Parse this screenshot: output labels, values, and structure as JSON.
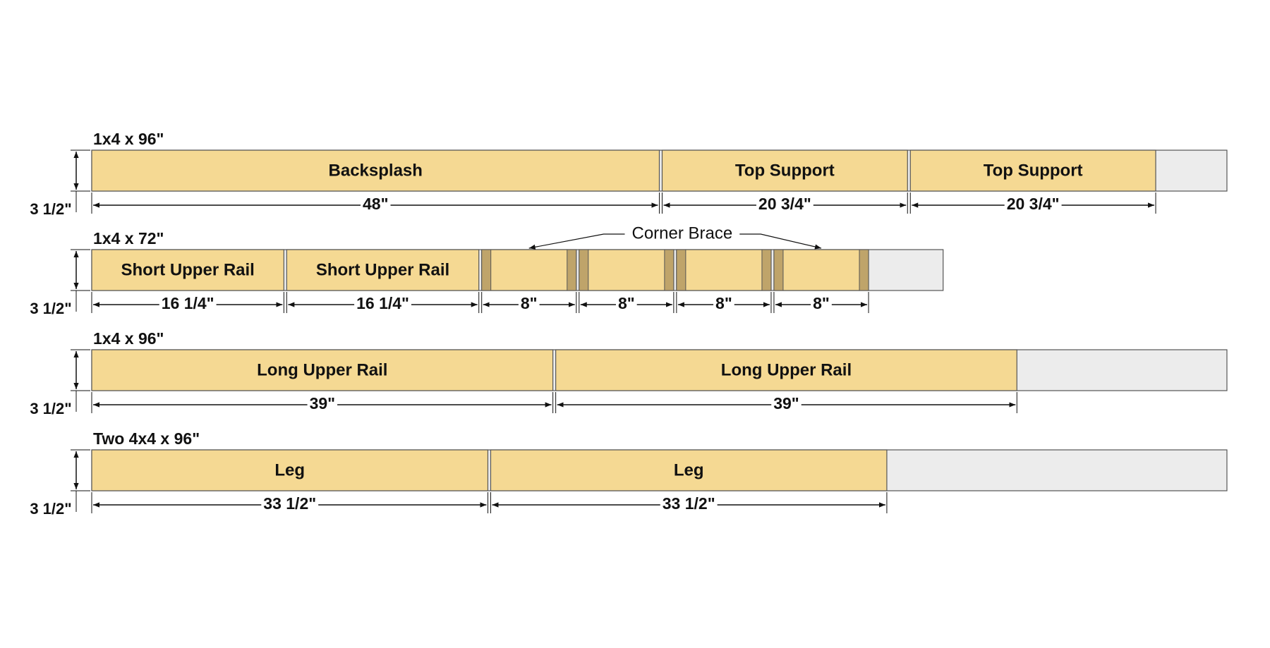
{
  "colors": {
    "wood": "#f5d993",
    "waste": "#ececec",
    "kerf": "#bfa46a",
    "outline": "#555555",
    "line": "#111111"
  },
  "boards": [
    {
      "title": "1x4 x 96\"",
      "thickness": "3 1/2\"",
      "length_in": 96,
      "pieces": [
        {
          "label": "Backsplash",
          "length_in": 48,
          "dimension": "48\""
        },
        {
          "label": "Top Support",
          "length_in": 20.75,
          "dimension": "20 3/4\""
        },
        {
          "label": "Top Support",
          "length_in": 20.75,
          "dimension": "20 3/4\""
        }
      ]
    },
    {
      "title": "1x4 x 72\"",
      "thickness": "3 1/2\"",
      "length_in": 72,
      "pieces": [
        {
          "label": "Short Upper Rail",
          "length_in": 16.25,
          "dimension": "16 1/4\""
        },
        {
          "label": "Short Upper Rail",
          "length_in": 16.25,
          "dimension": "16 1/4\""
        },
        {
          "label": "",
          "length_in": 8,
          "dimension": "8\"",
          "brace": true
        },
        {
          "label": "",
          "length_in": 8,
          "dimension": "8\"",
          "brace": true
        },
        {
          "label": "",
          "length_in": 8,
          "dimension": "8\"",
          "brace": true
        },
        {
          "label": "",
          "length_in": 8,
          "dimension": "8\"",
          "brace": true
        }
      ],
      "callout": "Corner Brace"
    },
    {
      "title": "1x4 x 96\"",
      "thickness": "3 1/2\"",
      "length_in": 96,
      "pieces": [
        {
          "label": "Long Upper Rail",
          "length_in": 39,
          "dimension": "39\""
        },
        {
          "label": "Long Upper Rail",
          "length_in": 39,
          "dimension": "39\""
        }
      ]
    },
    {
      "title": "Two 4x4 x 96\"",
      "thickness": "3 1/2\"",
      "length_in": 96,
      "pieces": [
        {
          "label": "Leg",
          "length_in": 33.5,
          "dimension": "33 1/2\""
        },
        {
          "label": "Leg",
          "length_in": 33.5,
          "dimension": "33 1/2\""
        }
      ]
    }
  ]
}
